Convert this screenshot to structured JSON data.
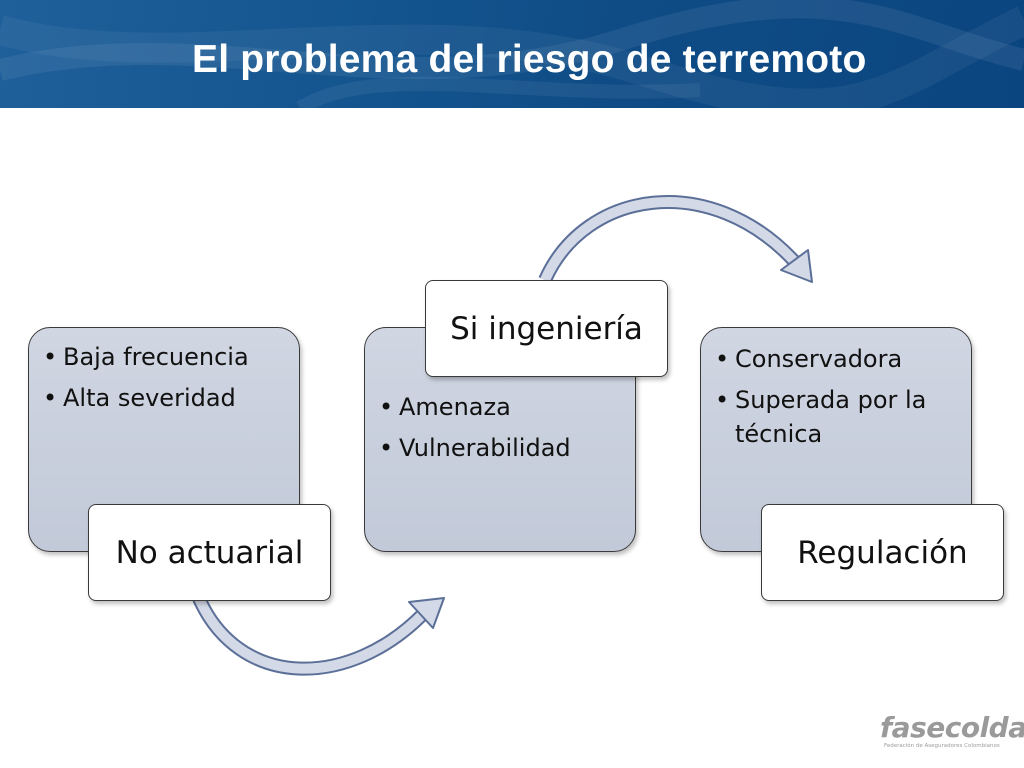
{
  "slide": {
    "title": "El problema del riesgo de terremoto"
  },
  "diagram": {
    "steps": [
      {
        "bullets": [
          "Baja frecuencia",
          "Alta severidad"
        ],
        "label": "No actuarial"
      },
      {
        "bullets": [
          "Amenaza",
          "Vulnerabilidad"
        ],
        "label": "Si ingeniería"
      },
      {
        "bullets": [
          "Conservadora",
          "Superada por la técnica"
        ],
        "label": "Regulación"
      }
    ]
  },
  "logo": {
    "name": "fasecolda",
    "subtitle": "Federación de Aseguradores Colombianos"
  },
  "colors": {
    "header": "#14558f",
    "card_fill": "#c8cedb",
    "arrow_fill": "#d3d9e6",
    "arrow_stroke": "#5b6f98"
  }
}
